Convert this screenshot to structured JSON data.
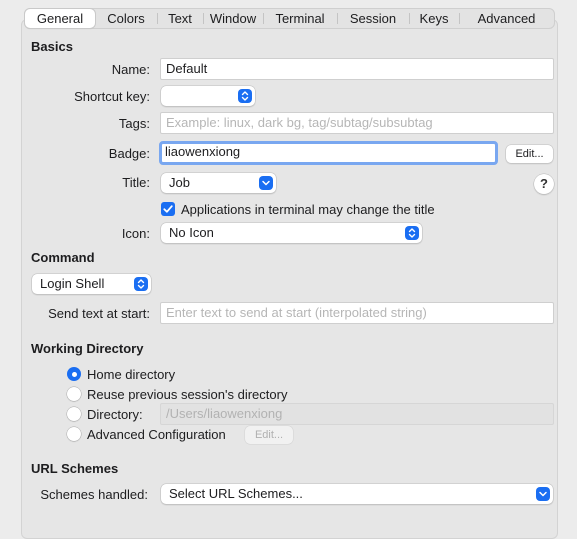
{
  "tabs": [
    "General",
    "Colors",
    "Text",
    "Window",
    "Terminal",
    "Session",
    "Keys",
    "Advanced"
  ],
  "active_tab": "General",
  "basics": {
    "heading": "Basics",
    "name_label": "Name:",
    "name_value": "Default",
    "shortcut_label": "Shortcut key:",
    "shortcut_value": "",
    "tags_label": "Tags:",
    "tags_placeholder": "Example: linux, dark bg, tag/subtag/subsubtag",
    "badge_label": "Badge:",
    "badge_value": "liaowenxiong",
    "badge_edit": "Edit...",
    "title_label": "Title:",
    "title_value": "Job",
    "help": "?",
    "apps_change_title": "Applications in terminal may change the title",
    "apps_change_title_checked": true,
    "icon_label": "Icon:",
    "icon_value": "No Icon"
  },
  "command": {
    "heading": "Command",
    "shell_value": "Login Shell",
    "send_text_label": "Send text at start:",
    "send_text_placeholder": "Enter text to send at start (interpolated string)"
  },
  "working_directory": {
    "heading": "Working Directory",
    "options": [
      "Home directory",
      "Reuse previous session's directory",
      "Directory:",
      "Advanced Configuration"
    ],
    "selected": "Home directory",
    "directory_path": "/Users/liaowenxiong",
    "advanced_edit": "Edit..."
  },
  "url_schemes": {
    "heading": "URL Schemes",
    "schemes_label": "Schemes handled:",
    "schemes_value": "Select URL Schemes..."
  },
  "colors": {
    "accent": "#1a6ef2",
    "focus_ring": "#79a7f0"
  }
}
